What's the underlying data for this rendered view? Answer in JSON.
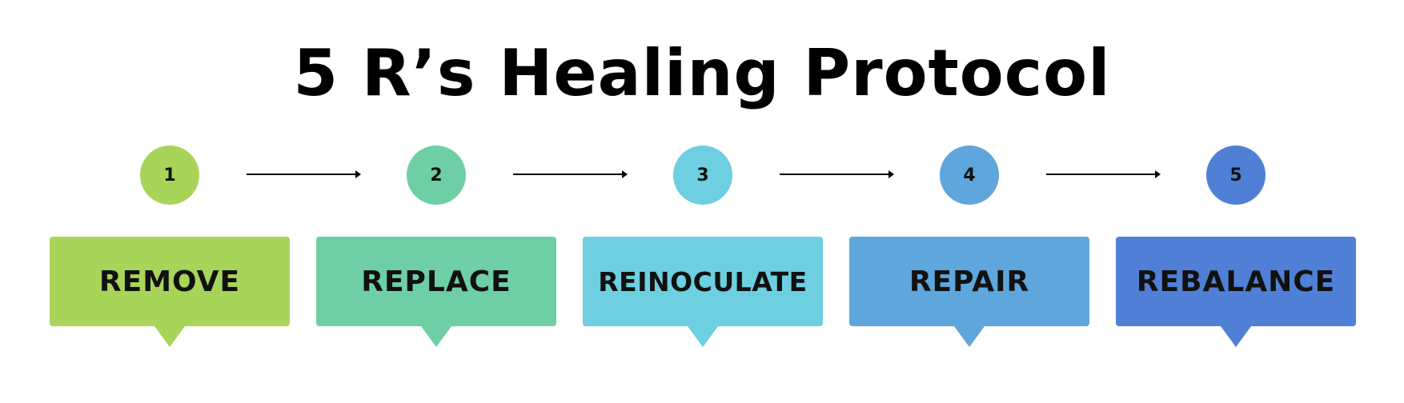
{
  "title": "5 R’s Healing Protocol",
  "steps": [
    {
      "number": "1",
      "label": "REMOVE",
      "color": "#a8d45a"
    },
    {
      "number": "2",
      "label": "REPLACE",
      "color": "#6ecfa5"
    },
    {
      "number": "3",
      "label": "REINOCULATE",
      "color": "#6dcfe0"
    },
    {
      "number": "4",
      "label": "REPAIR",
      "color": "#5ea6dc"
    },
    {
      "number": "5",
      "label": "REBALANCE",
      "color": "#5080d6"
    }
  ]
}
